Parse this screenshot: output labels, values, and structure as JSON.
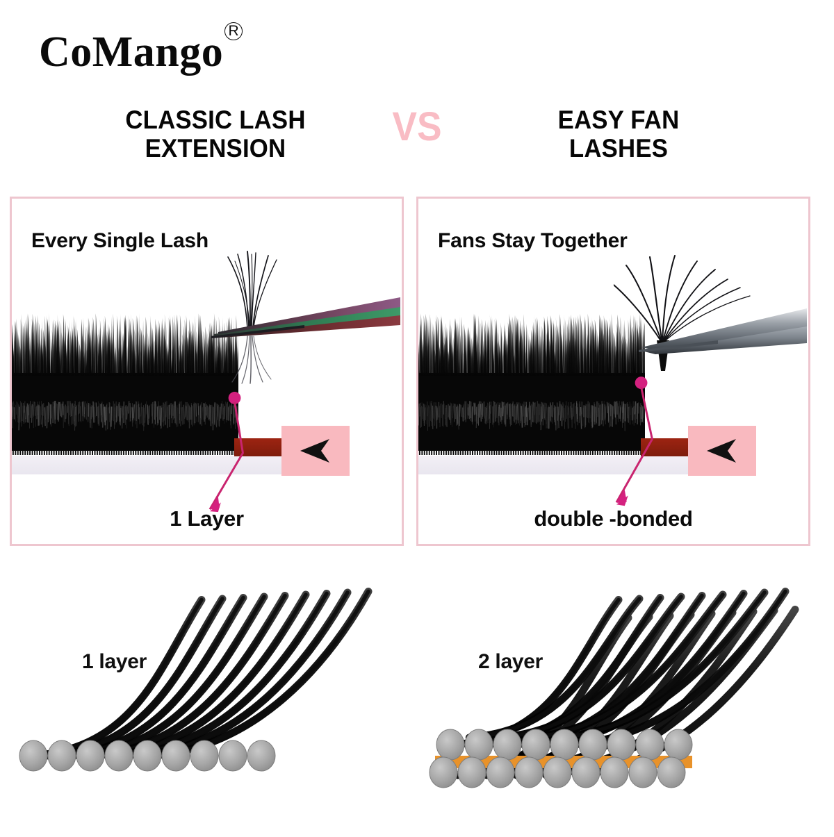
{
  "brand": {
    "name": "CoMango",
    "trademark": "R"
  },
  "headline": {
    "left": "CLASSIC LASH\nEXTENSION",
    "vs": "VS",
    "right": "EASY FAN\nLASHES"
  },
  "panels": [
    {
      "id": "classic",
      "title": "Every Single Lash",
      "caption": "1 Layer",
      "tweezer_style": "iridescent",
      "lash_pickup": "single-scattered-lashes",
      "callout_icon": "left-arrow-cursor-icon"
    },
    {
      "id": "easy-fan",
      "title": "Fans Stay Together",
      "caption": "double -bonded",
      "tweezer_style": "steel",
      "lash_pickup": "fan-cluster",
      "callout_icon": "left-arrow-cursor-icon"
    }
  ],
  "diagrams": [
    {
      "id": "one-layer",
      "label": "1 layer",
      "rows": 1,
      "base_count": 9,
      "strand_count": 9,
      "bonded": false
    },
    {
      "id": "two-layer",
      "label": "2 layer",
      "rows": 2,
      "base_count": 9,
      "strand_count": 9,
      "bonded": true
    }
  ],
  "colors": {
    "panel_border": "#eec6cf",
    "vs_pink": "#f9bcc4",
    "callout_pink": "#f9b9bf",
    "pointer_magenta": "#d4217f",
    "adhesive_red": "#8d1f0e",
    "lash_black": "#0c0c0c",
    "base_gray": "#a9a9a9",
    "bond_orange": "#e8922a",
    "text_black": "#0b0b0b",
    "background": "#ffffff"
  }
}
